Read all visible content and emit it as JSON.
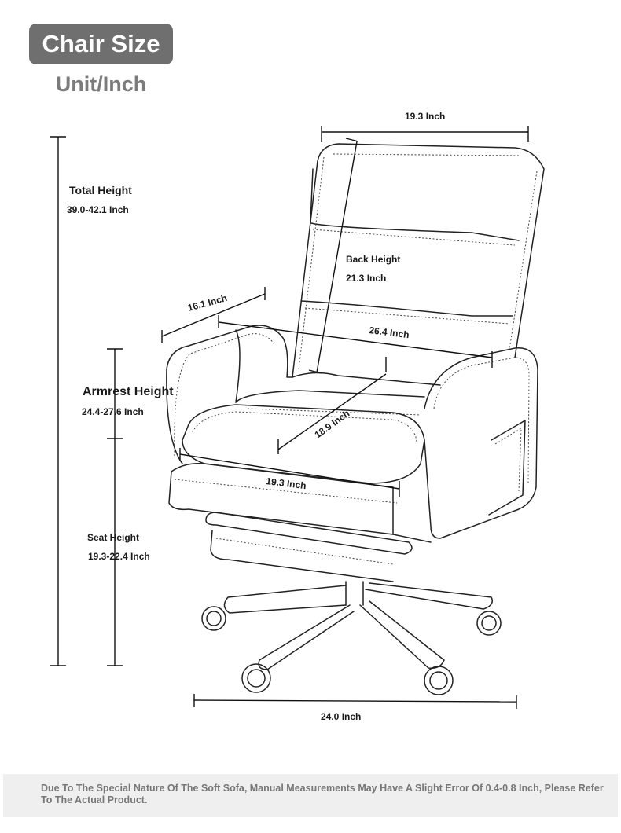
{
  "header": {
    "title": "Chair Size",
    "unit": "Unit/Inch"
  },
  "dimensions": {
    "total_height_label": "Total Height",
    "total_height_value": "39.0-42.1 Inch",
    "armrest_height_label": "Armrest Height",
    "armrest_height_value": "24.4-27.6 Inch",
    "seat_height_label": "Seat Height",
    "seat_height_value": "19.3-22.4 Inch",
    "back_height_label": "Back Height",
    "back_height_value": "21.3 Inch",
    "back_width": "19.3 Inch",
    "armrest_depth": "16.1 Inch",
    "overall_width": "26.4 Inch",
    "seat_depth": "18.9 Inch",
    "seat_width": "19.3 Inch",
    "base_width": "24.0 Inch"
  },
  "footer": {
    "note": "Due To The Special Nature Of The Soft Sofa, Manual Measurements May Have A Slight Error Of 0.4-0.8 Inch, Please Refer To The Actual Product."
  }
}
